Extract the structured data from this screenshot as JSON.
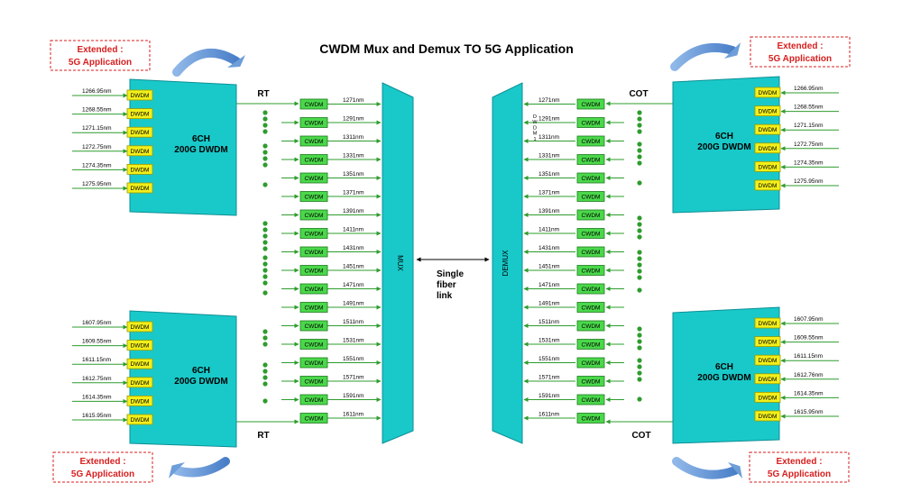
{
  "title": "CWDM Mux and Demux TO 5G Application",
  "extended_label": [
    "Extended  :",
    "5G Application"
  ],
  "dwdm_block": [
    "6CH",
    "200G DWDM"
  ],
  "dwdm_label": "DWDM",
  "cwdm_label": "CWDM",
  "mux_label": "MUX",
  "demux_label": "DEMUX",
  "fiber_label": [
    "Single",
    "fiber",
    "link"
  ],
  "rt_label": "RT",
  "cot_label": "COT",
  "dwdm_top_wavelengths": [
    "1266.95nm",
    "1268.55nm",
    "1271.15nm",
    "1272.75nm",
    "1274.35nm",
    "1275.95nm"
  ],
  "dwdm_bottom_wavelengths_left": [
    "1607.95nm",
    "1609.55nm",
    "1611.15nm",
    "1612.75nm",
    "1614.35nm",
    "1615.95nm"
  ],
  "dwdm_bottom_wavelengths_right": [
    "1607.95nm",
    "1609.55nm",
    "1611.15nm",
    "1612.76nm",
    "1614.35nm",
    "1615.95nm"
  ],
  "cwdm_wavelengths_left": [
    "1271nm",
    "1291nm",
    "1311nm",
    "1331nm",
    "1351nm",
    "1371nm",
    "1391nm",
    "1411nm",
    "1431nm",
    "1451nm",
    "1471nm",
    "1491nm",
    "1511nm",
    "1531nm",
    "1551nm",
    "1571nm",
    "1591nm",
    "1611nm"
  ],
  "cwdm_wavelengths_right": [
    "1271nm",
    "1291nm",
    "1311nm",
    "1331nm",
    "1351nm",
    "1371nm",
    "1391nm",
    "1411nm",
    "1431nm",
    "1451nm",
    "1471nm",
    "1491nm",
    "1511nm",
    "1531nm",
    "1551nm",
    "1571nm",
    "1591nm",
    "1611nm"
  ],
  "stray_letters": [
    "D",
    "W",
    "D",
    "M",
    "1"
  ],
  "colors": {
    "teal": "#19c9c9",
    "teal_dark": "#0e8f96",
    "green": "#2e9c2e",
    "cwdm_fill": "#4ad84a",
    "dwdm_fill": "#f2ef1a",
    "red": "#d81e1e",
    "arrow_blue": "#6d9ed8"
  }
}
